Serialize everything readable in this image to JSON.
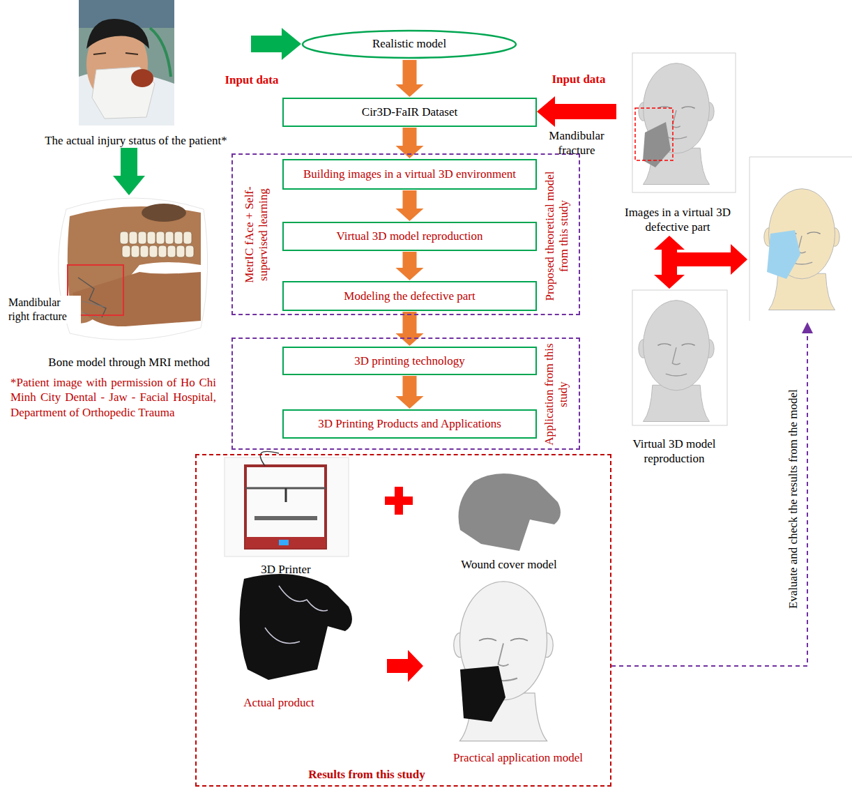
{
  "diagram": {
    "nodes": [
      {
        "text": [
          "The actual injury status of the patient*"
        ]
      },
      {
        "text": [
          "Realistic model"
        ]
      },
      {
        "text": [
          "Cir3D-FaIR Dataset"
        ]
      },
      {
        "text": [
          "Images in a virtual 3D defective part"
        ]
      },
      {
        "text": [
          "MetrIC fAce + Self-supervised learning",
          "Proposed theoretical model from this study"
        ]
      },
      {
        "text": [
          "Building images in a virtual 3D environment"
        ],
        "in": 4
      },
      {
        "text": [
          "Virtual 3D model reproduction"
        ],
        "in": 4
      },
      {
        "text": [
          "Modeling the defective part"
        ],
        "in": 4
      },
      {
        "text": [
          "Bone model through MRI method"
        ]
      },
      {
        "text": [
          "Virtual 3D model reproduction"
        ]
      },
      {
        "text": [
          "Application from this study"
        ]
      },
      {
        "text": [
          "3D printing technology"
        ],
        "in": 10
      },
      {
        "text": [
          "3D Printing Products and Applications"
        ],
        "in": 10
      },
      {
        "text": [
          "Results from this study"
        ]
      }
    ],
    "edges": [
      {
        "from": 0,
        "to": 1,
        "arrow": "to"
      },
      {
        "from": 0,
        "to": 8,
        "arrow": "to"
      },
      {
        "from": 1,
        "to": 2,
        "arrow": "to"
      },
      {
        "from": 3,
        "to": 2,
        "label": "Mandibular fracture",
        "arrow": "to"
      },
      {
        "from": 2,
        "to": 5,
        "arrow": "to"
      },
      {
        "from": 5,
        "to": 6,
        "arrow": "to"
      },
      {
        "from": 6,
        "to": 7,
        "arrow": "to"
      },
      {
        "from": 7,
        "to": 11,
        "arrow": "to"
      },
      {
        "from": 11,
        "to": 12,
        "arrow": "to"
      },
      {
        "from": 3,
        "to": 9,
        "arrow": "both"
      }
    ],
    "labels": [
      "Input data",
      "Input data",
      "Mandibular right fracture",
      "*Patient image with permission of Ho Chi Minh City Dental - Jaw - Facial Hospital, Department of Orthopedic Trauma",
      "3D Printer",
      "Wound cover model",
      "Actual product",
      "Practical application model",
      "Evaluate and check the results from the model"
    ]
  }
}
